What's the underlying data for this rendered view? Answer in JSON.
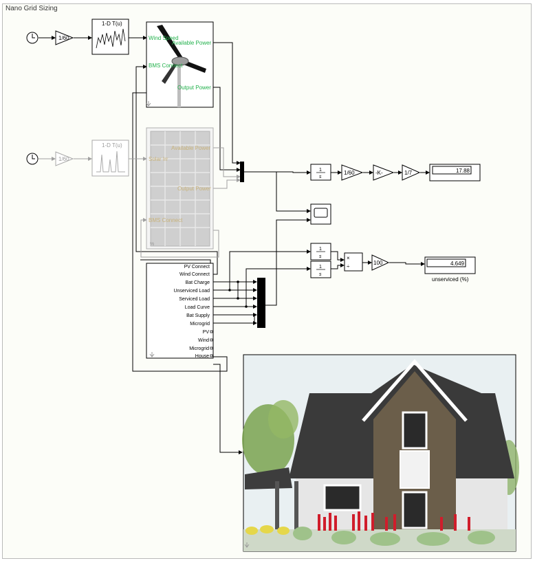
{
  "canvas_title": "Nano Grid Sizing",
  "blocks": {
    "gain1": "1/60",
    "lookup1": "1-D T(u)",
    "gain2": "1/60",
    "lookup2": "1-D T(u)",
    "wind_ports": [
      "Wind Speed",
      "Available Power",
      "BMS Connect",
      "Output Power"
    ],
    "solar_ports": [
      "Available Power",
      "Solar Irr",
      "Output Power",
      "BMS Connect"
    ],
    "solar_percent": "%",
    "integrator_num": "1",
    "integrator_den": "s",
    "gain3": "1/60",
    "gain4": "-K-",
    "gain5": "1/7",
    "display1": "17.88",
    "divide_mul": "×",
    "divide_div": "÷",
    "gain6": "100",
    "display2": "4.649",
    "display2_label": "unserviced (%)"
  },
  "bms_inputs": [
    "PV Connect",
    "Wind Connect"
  ],
  "bms_outputs": [
    "Bat Charge",
    "Unserviced Load",
    "Serviced Load",
    "Load Curve",
    "Bat Supply",
    "Microgrid",
    "PV",
    "Wind",
    "Microgrid",
    "House"
  ],
  "colors": {
    "port_green": "#22b14c",
    "port_tan": "#c8b27a",
    "commented_gray": "#9a9a9a",
    "roof": "#3a3a3a",
    "siding": "#6b5e4a",
    "sky": "#e9f0f2"
  }
}
